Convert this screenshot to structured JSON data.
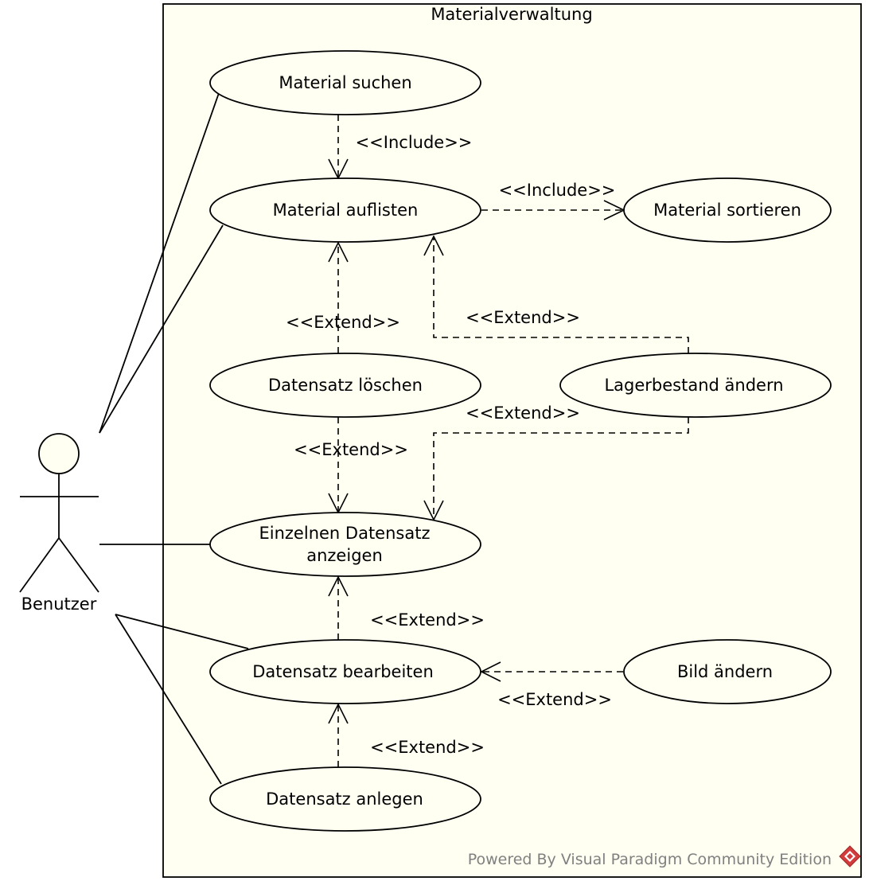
{
  "system": {
    "title": "Materialverwaltung",
    "fill_color": "#fffff2"
  },
  "actor": {
    "name": "Benutzer",
    "fill_color": "#fffff2"
  },
  "use_cases": {
    "material_suchen": {
      "label": "Material suchen"
    },
    "material_auflisten": {
      "label": "Material auflisten"
    },
    "material_sortieren": {
      "label": "Material sortieren"
    },
    "datensatz_loeschen": {
      "label": "Datensatz löschen"
    },
    "lagerbestand_aendern": {
      "label": "Lagerbestand ändern"
    },
    "einzelnen_datensatz": {
      "label_line1": "Einzelnen Datensatz",
      "label_line2": "anzeigen"
    },
    "datensatz_bearbeiten": {
      "label": "Datensatz bearbeiten"
    },
    "bild_aendern": {
      "label": "Bild ändern"
    },
    "datensatz_anlegen": {
      "label": "Datensatz anlegen"
    }
  },
  "relationships": {
    "suchen_include_auflisten": "<<Include>>",
    "auflisten_include_sortieren": "<<Include>>",
    "loeschen_extend_auflisten": "<<Extend>>",
    "lagerbestand_extend_auflisten": "<<Extend>>",
    "lagerbestand_extend_einzeln": "<<Extend>>",
    "loeschen_extend_einzeln": "<<Extend>>",
    "bearbeiten_extend_einzeln": "<<Extend>>",
    "bild_extend_bearbeiten": "<<Extend>>",
    "anlegen_extend_bearbeiten": "<<Extend>>"
  },
  "watermark": {
    "text": "Powered By Visual Paradigm Community Edition",
    "logo_color": "#d23c3c"
  }
}
